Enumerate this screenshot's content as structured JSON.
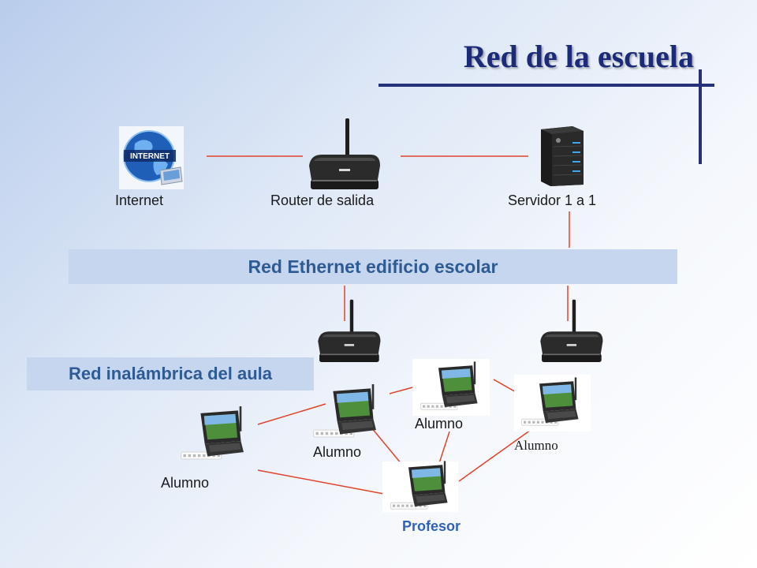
{
  "slide": {
    "title": "Red de la escuela",
    "colors": {
      "title": "#1c2a7a",
      "band_bg": "#c7d6ef",
      "band_text": "#2e5b93",
      "link": "#e0442d",
      "teacher_label": "#2e63b8"
    }
  },
  "devices": {
    "internet": {
      "label": "Internet",
      "icon": "internet-globe-icon",
      "badge": "INTERNET"
    },
    "gateway_router": {
      "label": "Router de salida",
      "icon": "router-icon"
    },
    "server": {
      "label": "Servidor 1 a 1",
      "icon": "server-tower-icon"
    },
    "access_point_1": {
      "icon": "router-icon"
    },
    "access_point_2": {
      "icon": "router-icon"
    }
  },
  "bands": {
    "ethernet": "Red Ethernet edificio escolar",
    "wireless": "Red inalámbrica del aula"
  },
  "laptops": {
    "student_1": {
      "label": "Alumno",
      "icon": "netbook-icon"
    },
    "student_2": {
      "label": "Alumno",
      "icon": "netbook-icon"
    },
    "student_3": {
      "label": "Alumno",
      "icon": "netbook-icon"
    },
    "student_4": {
      "label": "Alumno",
      "icon": "netbook-icon"
    },
    "teacher": {
      "label": "Profesor",
      "icon": "netbook-icon"
    }
  }
}
